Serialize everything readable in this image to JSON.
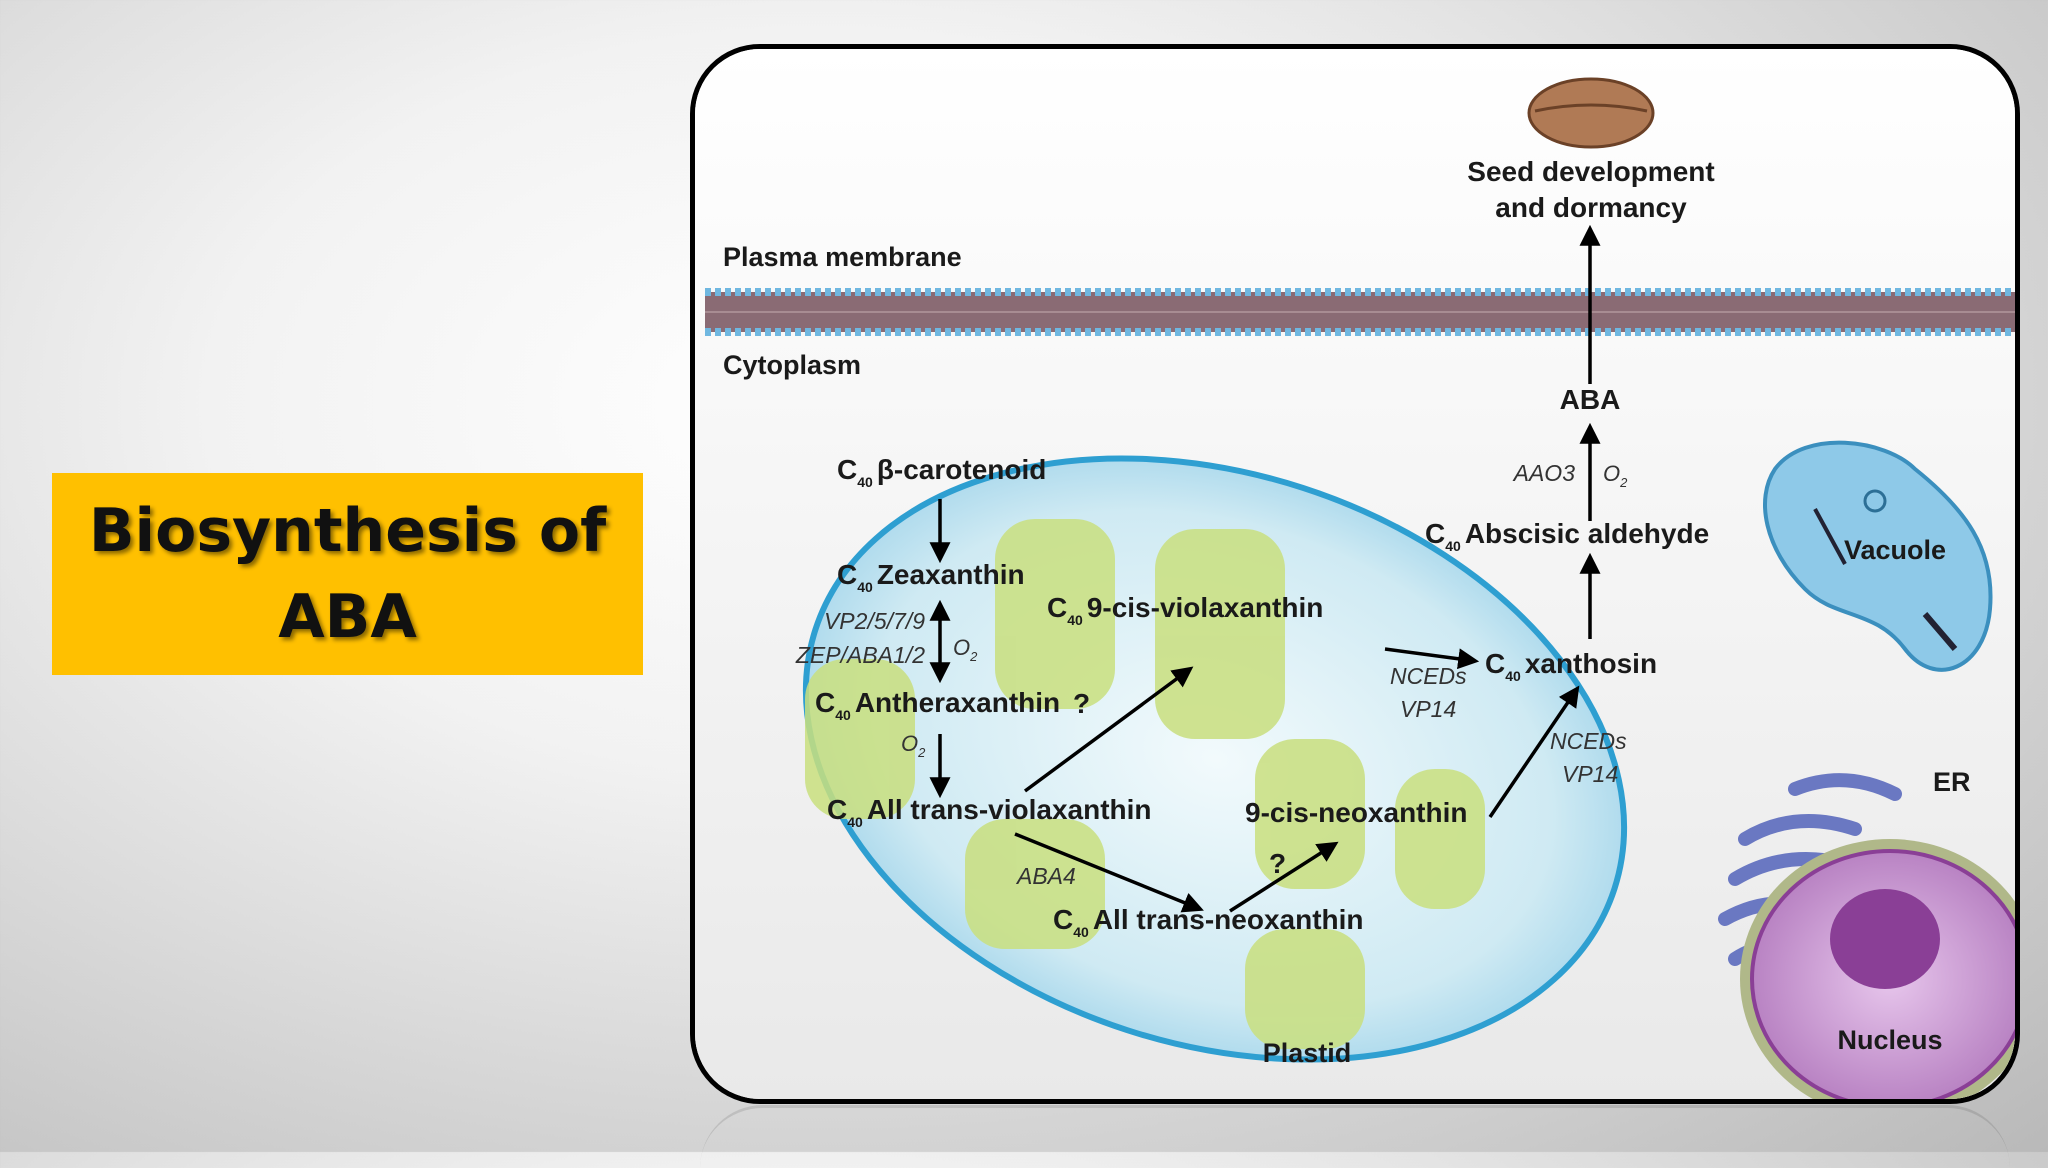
{
  "slide": {
    "title_line1": "Biosynthesis of",
    "title_line2": "ABA"
  },
  "diagram": {
    "labels": {
      "seed_line1": "Seed development",
      "seed_line2": "and dormancy",
      "plasma_membrane": "Plasma membrane",
      "cytoplasm": "Cytoplasm",
      "aba": "ABA",
      "aao3": "AAO3",
      "o2_top": "O",
      "abscisic_aldehyde": "Abscisic aldehyde",
      "vacuole": "Vacuole",
      "b_carotenoid": "β-carotenoid",
      "zeaxanthin": "Zeaxanthin",
      "vp_enzymes": "VP2/5/7/9",
      "zep_enzymes": "ZEP/ABA1/2",
      "o2_mid": "O",
      "cis_violaxanthin": "9-cis-violaxanthin",
      "xanthosin": "xanthosin",
      "nceds_1": "NCEDs",
      "vp14_1": "VP14",
      "antheraxanthin": "Antheraxanthin",
      "q1": "?",
      "o2_low": "O",
      "nceds_2": "NCEDs",
      "vp14_2": "VP14",
      "er": "ER",
      "trans_violaxanthin": "All trans-violaxanthin",
      "cis_neoxanthin": "9-cis-neoxanthin",
      "q2": "?",
      "aba4": "ABA4",
      "trans_neoxanthin": "All trans-neoxanthin",
      "plastid": "Plastid",
      "nucleus": "Nucleus",
      "c": "C",
      "sub40": "40",
      "sub2": "2"
    },
    "colors": {
      "plastid_fill": "#cfeaf3",
      "plastid_border": "#2e9fd1",
      "thylakoid": "#c9df7e",
      "vacuole_fill": "#8ec9e8",
      "nucleus_outer": "#b47cbf",
      "nucleus_inner": "#8a3f96",
      "er": "#6a78c2",
      "membrane": "#8a6b74",
      "membrane_heads": "#6fb7e0",
      "seed": "#b07a55"
    }
  }
}
